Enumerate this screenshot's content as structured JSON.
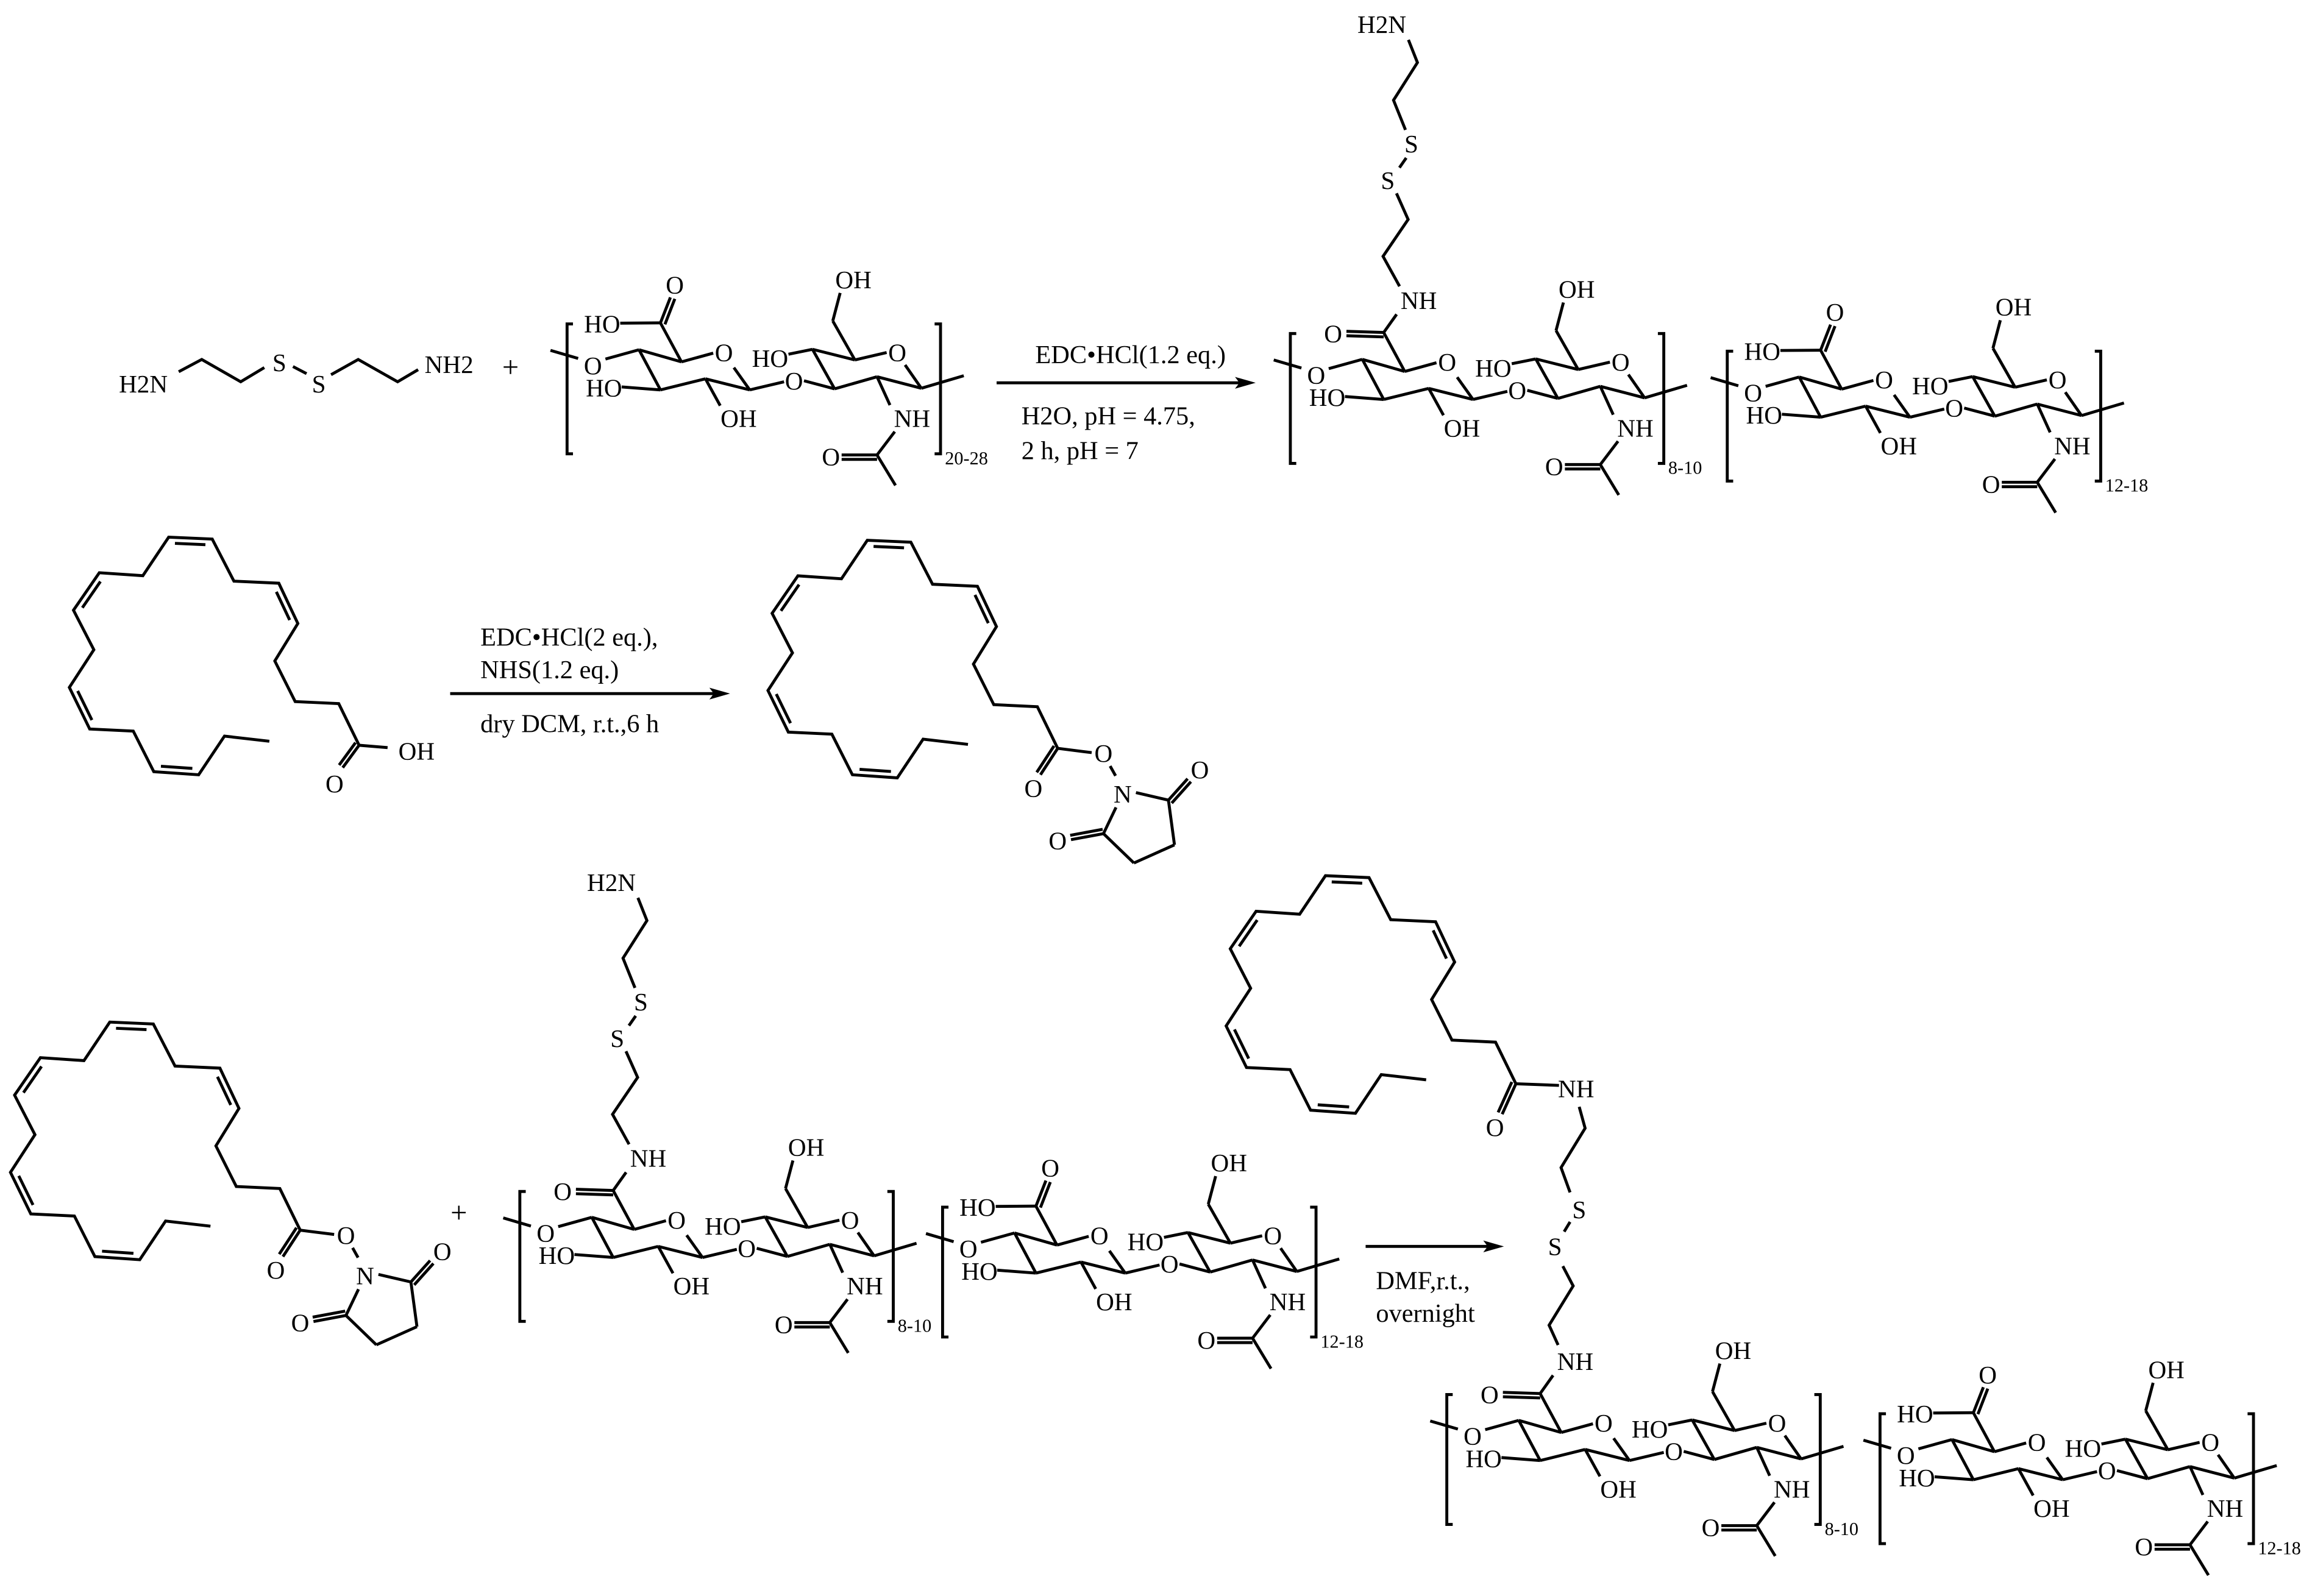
{
  "labels": {
    "plus": "+",
    "amine_left": "H2N",
    "amine_right": "NH2",
    "S": "S",
    "O": "O",
    "N": "N",
    "HO": "HO",
    "OH": "OH",
    "NH": "NH"
  },
  "reaction1": {
    "conditions_above": [
      "EDC•HCl(1.2 eq.)"
    ],
    "conditions_below": [
      "H2O, pH = 4.75,",
      "2 h, pH = 7"
    ],
    "reactant_repeat": "20-28",
    "product_repeats": [
      "8-10",
      "12-18"
    ]
  },
  "reaction2": {
    "conditions_above": [
      "EDC•HCl(2 eq.),",
      "NHS(1.2 eq.)"
    ],
    "conditions_below": [
      "dry DCM, r.t.,6 h"
    ]
  },
  "reaction3": {
    "conditions_below": [
      "DMF,r.t.,",
      "overnight"
    ],
    "reactant_repeats": [
      "8-10",
      "12-18"
    ],
    "product_repeats": [
      "8-10",
      "12-18"
    ]
  }
}
